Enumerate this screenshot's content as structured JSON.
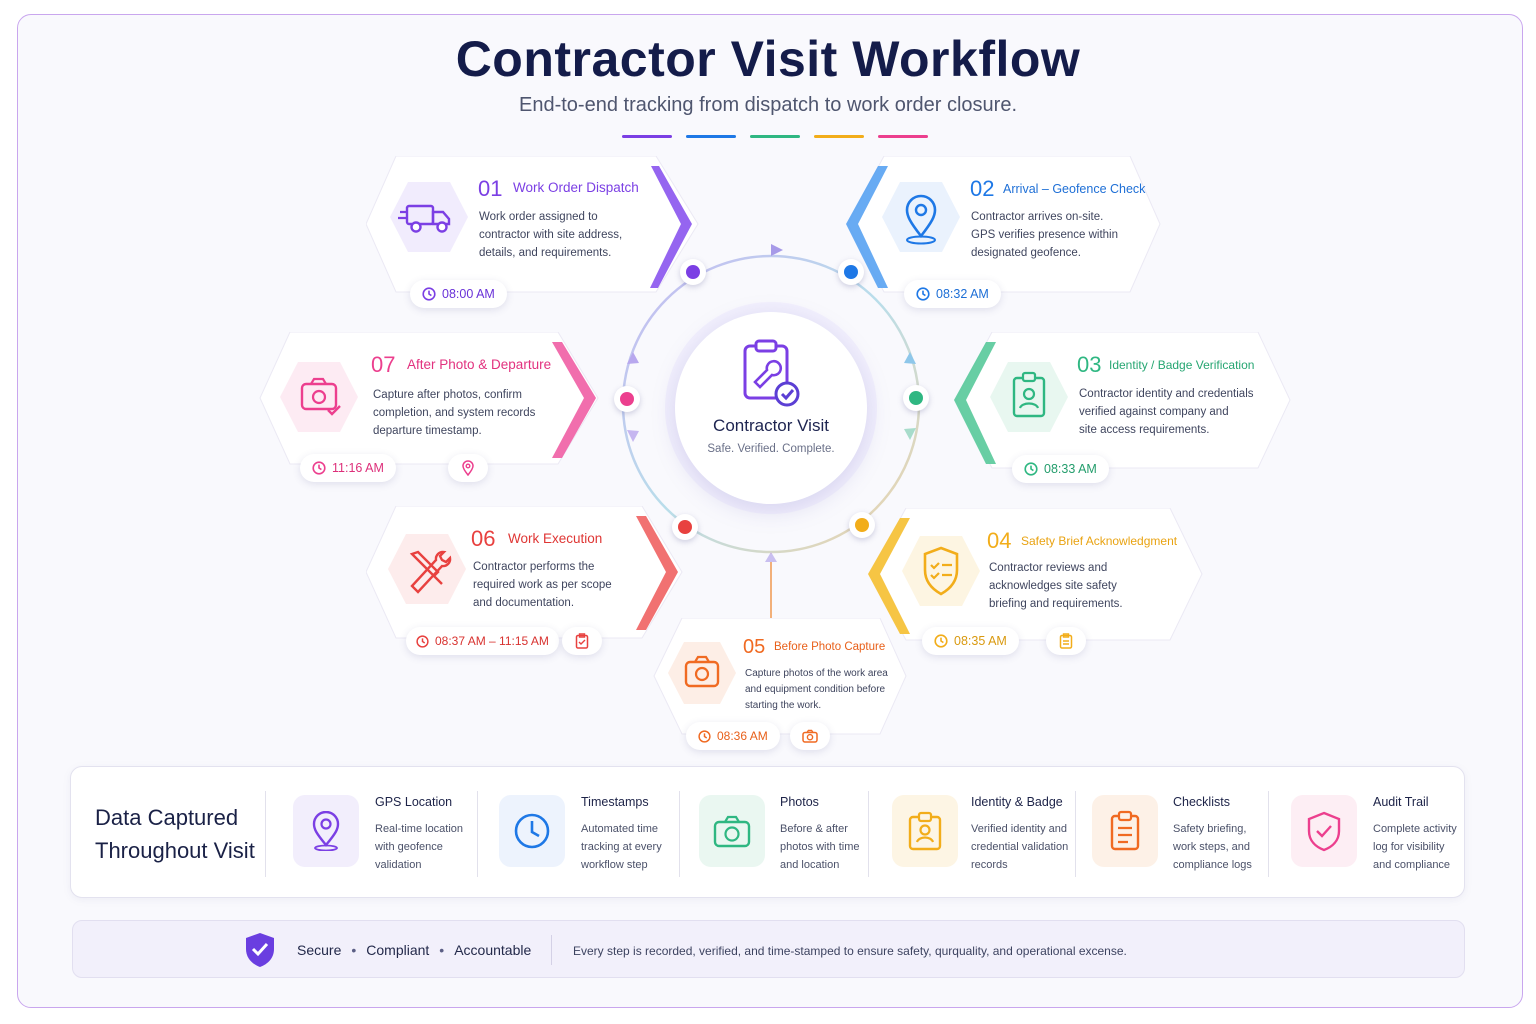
{
  "header": {
    "title": "Contractor Visit Workflow",
    "subtitle": "End-to-end tracking from dispatch to work order closure."
  },
  "colors": {
    "purple": "#7b3fe4",
    "blue": "#1e78e6",
    "green": "#2fb782",
    "yellow": "#f2ad1a",
    "orange": "#f06a22",
    "red": "#e8413f",
    "pink": "#ec3f8e"
  },
  "hub": {
    "title": "Contractor Visit",
    "subtitle": "Safe. Verified. Complete.",
    "icon": "clipboard-wrench-icon"
  },
  "steps": [
    {
      "num": "01",
      "name": "Work Order Dispatch",
      "desc": [
        "Work order assigned to",
        "contractor with site address,",
        "details, and requirements."
      ],
      "time": "08:00 AM",
      "icon": "truck-icon"
    },
    {
      "num": "02",
      "name": "Arrival – Geofence Check",
      "desc": [
        "Contractor arrives on-site.",
        "GPS verifies presence within",
        "designated geofence."
      ],
      "time": "08:32 AM",
      "icon": "location-pin-icon"
    },
    {
      "num": "03",
      "name": "Identity / Badge Verification",
      "desc": [
        "Contractor identity and credentials",
        "verified against company and",
        "site access requirements."
      ],
      "time": "08:33 AM",
      "icon": "id-badge-icon"
    },
    {
      "num": "04",
      "name": "Safety Brief Acknowledgment",
      "desc": [
        "Contractor reviews and",
        "acknowledges site safety",
        "briefing and requirements."
      ],
      "time": "08:35 AM",
      "icon": "shield-checklist-icon"
    },
    {
      "num": "05",
      "name": "Before Photo Capture",
      "desc": [
        "Capture photos of the work area",
        "and equipment condition before",
        "starting the work."
      ],
      "time": "08:36 AM",
      "icon": "camera-icon"
    },
    {
      "num": "06",
      "name": "Work Execution",
      "desc": [
        "Contractor performs the",
        "required work as per scope",
        "and documentation."
      ],
      "time": "08:37 AM  –  11:15 AM",
      "icon": "tools-icon"
    },
    {
      "num": "07",
      "name": "After Photo & Departure",
      "desc": [
        "Capture after photos, confirm",
        "completion, and system records",
        "departure timestamp."
      ],
      "time": "11:16 AM",
      "icon": "camera-check-icon"
    }
  ],
  "data_panel": {
    "title_line1": "Data Captured",
    "title_line2": "Throughout Visit",
    "items": [
      {
        "name": "GPS Location",
        "desc": [
          "Real-time location",
          "with geofence",
          "validation"
        ],
        "icon": "location-pin-icon"
      },
      {
        "name": "Timestamps",
        "desc": [
          "Automated time",
          "tracking at every",
          "workflow step"
        ],
        "icon": "clock-icon"
      },
      {
        "name": "Photos",
        "desc": [
          "Before & after",
          "photos with time",
          "and location"
        ],
        "icon": "camera-icon"
      },
      {
        "name": "Identity & Badge",
        "desc": [
          "Verified identity and",
          "credential validation",
          "records"
        ],
        "icon": "id-badge-icon"
      },
      {
        "name": "Checklists",
        "desc": [
          "Safety briefing,",
          "work steps, and",
          "compliance logs"
        ],
        "icon": "clipboard-icon"
      },
      {
        "name": "Audit Trail",
        "desc": [
          "Complete activity",
          "log for visibility",
          "and compliance"
        ],
        "icon": "shield-check-icon"
      }
    ]
  },
  "footer": {
    "pillar1": "Secure",
    "pillar2": "Compliant",
    "pillar3": "Accountable",
    "bullet": "•",
    "text": "Every step is recorded, verified, and time-stamped to ensure safety, qurquality, and operational excense."
  }
}
